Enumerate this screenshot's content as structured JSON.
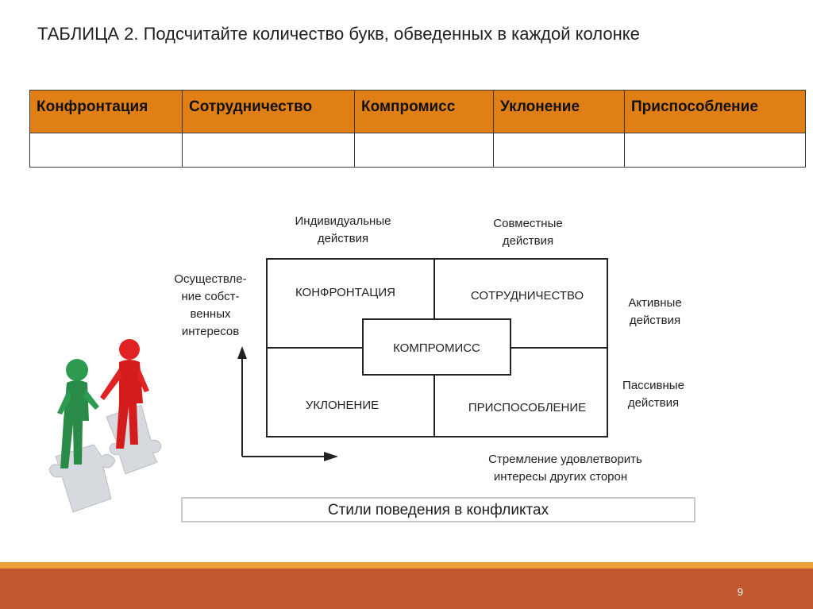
{
  "title": "ТАБЛИЦА 2. Подсчитайте количество букв, обведенных в каждой колонке",
  "table": {
    "headers": [
      "Конфронтация",
      "Сотрудничество",
      "Компромисс",
      "Уклонение",
      "Приспособление"
    ],
    "row": [
      "",
      "",
      "",
      "",
      ""
    ]
  },
  "diagram": {
    "top_left_label": [
      "Индивидуальные",
      "действия"
    ],
    "top_right_label": [
      "Совместные",
      "действия"
    ],
    "left_label": [
      "Осуществле-",
      "ние собст-",
      "венных",
      "интересов"
    ],
    "right_top_label": [
      "Активные",
      "действия"
    ],
    "right_bottom_label": [
      "Пассивные",
      "действия"
    ],
    "bottom_label": [
      "Стремление удовлетворить",
      "интересы других сторон"
    ],
    "quadrants": {
      "top_left": "КОНФРОНТАЦИЯ",
      "top_right": "СОТРУДНИЧЕСТВО",
      "center": "КОМПРОМИСС",
      "bottom_left": "УКЛОНЕНИЕ",
      "bottom_right": "ПРИСПОСОБЛЕНИЕ"
    }
  },
  "caption": "Стили поведения в конфликтах",
  "page_number": "9",
  "colors": {
    "header_orange": "#e07f15",
    "footer_bar": "#c1582e",
    "footer_line": "#f0a23a",
    "figure_green": "#2e9a4f",
    "figure_red": "#e02222"
  }
}
